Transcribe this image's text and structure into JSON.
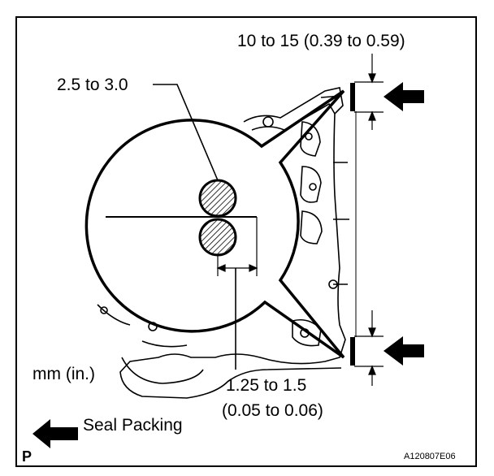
{
  "labels": {
    "bead_gap": "10 to 15 (0.39 to 0.59)",
    "bead_diameter": "2.5 to 3.0",
    "units": "mm (in.)",
    "bead_offset_line1": "1.25 to 1.5",
    "bead_offset_line2": "(0.05 to 0.06)",
    "legend_seal_packing": "Seal Packing",
    "corner_mark": "P",
    "figure_code": "A120807E06"
  }
}
